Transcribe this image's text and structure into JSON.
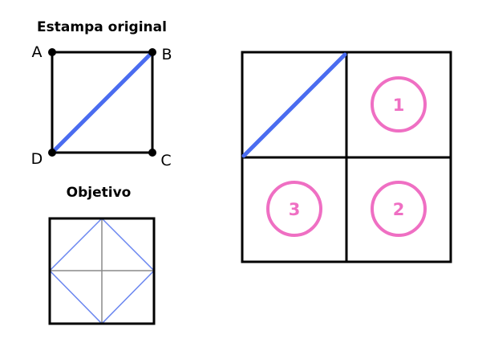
{
  "titles": {
    "original": "Estampa original",
    "target": "Objetivo"
  },
  "corners": {
    "a": "A",
    "b": "B",
    "c": "C",
    "d": "D"
  },
  "grid_labels": {
    "top_right": "1",
    "bottom_right": "2",
    "bottom_left": "3"
  },
  "colors": {
    "stroke": "#000000",
    "diagonal": "#4a6cf0",
    "target_diamond": "#6a86f0",
    "target_cross": "#8a8a8a",
    "circle": "#ef6fc3"
  }
}
